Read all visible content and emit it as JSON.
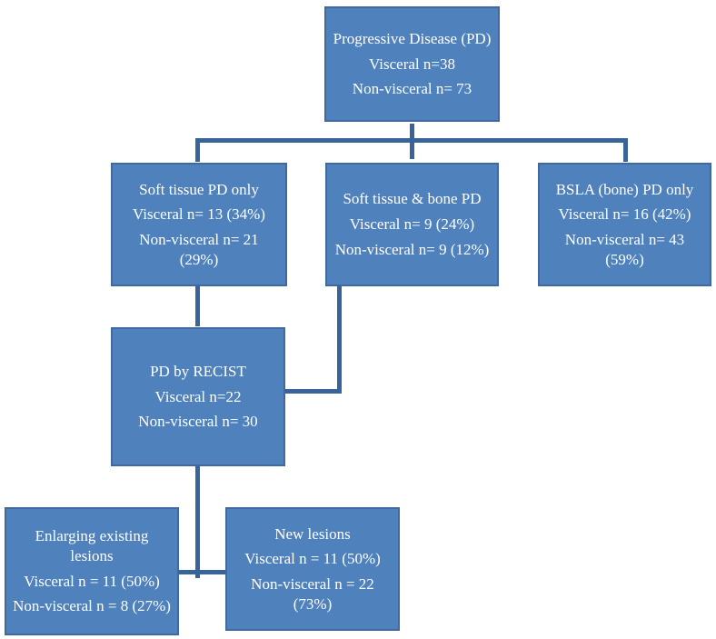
{
  "diagram": {
    "title": "Progressive Disease (PD) flow diagram",
    "colors": {
      "background": "#ffffff",
      "box_fill": "#4f81bd",
      "box_border": "#41699f",
      "connector": "#38649b",
      "text": "#ffffff"
    },
    "nodes": [
      {
        "key": "progressive-disease",
        "lines": [
          "Progressive Disease (PD)",
          "Visceral n=38",
          "Non-visceral n= 73"
        ]
      },
      {
        "key": "soft-tissue-pd-only",
        "lines": [
          "Soft tissue PD only",
          "Visceral n= 13 (34%)",
          "Non-visceral n= 21 (29%)"
        ]
      },
      {
        "key": "soft-tissue-and-bone-pd",
        "lines": [
          "Soft tissue & bone PD",
          "Visceral n= 9 (24%)",
          "Non-visceral n= 9 (12%)"
        ]
      },
      {
        "key": "bsla-bone-pd-only",
        "lines": [
          "BSLA (bone) PD only",
          "Visceral n= 16 (42%)",
          "Non-visceral n= 43 (59%)"
        ]
      },
      {
        "key": "pd-by-recist",
        "lines": [
          "PD by RECIST",
          "Visceral n=22",
          "Non-visceral n= 30"
        ]
      },
      {
        "key": "enlarging-existing-lesions",
        "lines": [
          "Enlarging existing lesions",
          "Visceral n = 11 (50%)",
          "Non-visceral n = 8 (27%)"
        ]
      },
      {
        "key": "new-lesions",
        "lines": [
          "New lesions",
          "Visceral n = 11 (50%)",
          "Non-visceral n = 22 (73%)"
        ]
      }
    ]
  }
}
